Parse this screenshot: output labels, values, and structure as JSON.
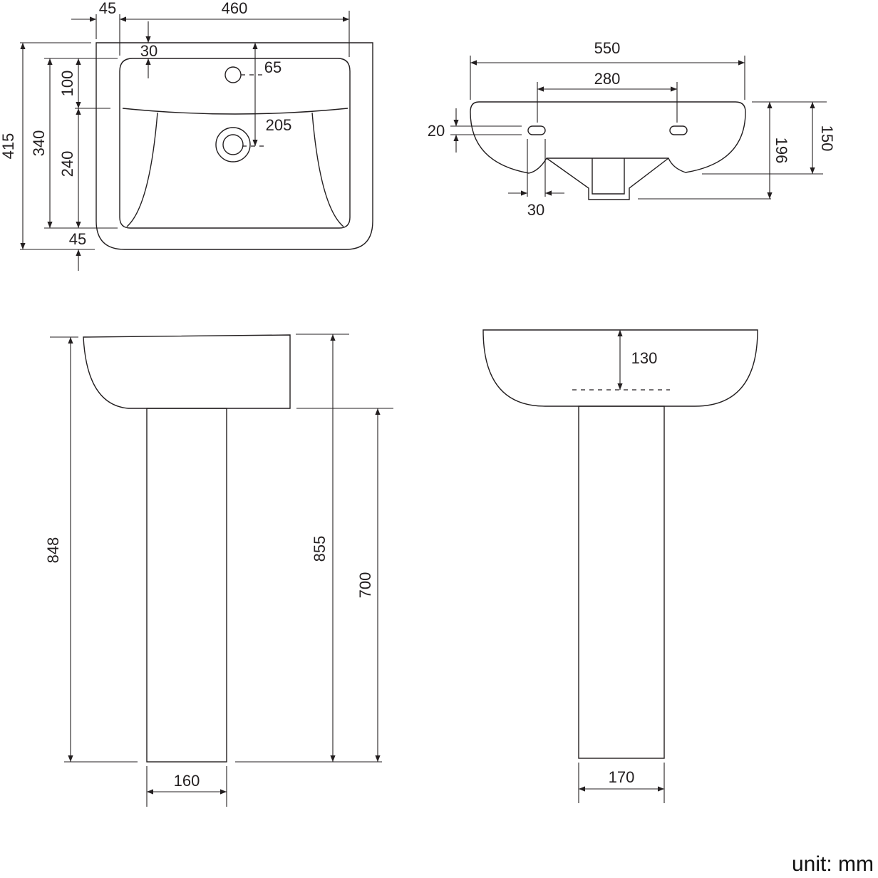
{
  "views": {
    "top_view": {
      "dims": {
        "rim_side": "45",
        "inner_width": "460",
        "rim_top": "30",
        "tap_hole": "65",
        "waste_offset": "205",
        "overall_depth": "415",
        "inner_depth": "340",
        "upper_section": "100",
        "lower_section": "240",
        "rim_bottom": "45"
      }
    },
    "rear_view": {
      "dims": {
        "overall_width": "550",
        "fixing_centres": "280",
        "fixing_height": "20",
        "fixing_offset": "30",
        "bowl_height": "150",
        "rim_to_waste": "196"
      }
    },
    "side_view": {
      "dims": {
        "overall_height": "848",
        "rim_height": "855",
        "pedestal_height": "700",
        "pedestal_depth": "160"
      }
    },
    "front_view": {
      "dims": {
        "overflow_depth": "130",
        "pedestal_width": "170"
      }
    }
  },
  "unit_label": "unit: mm"
}
